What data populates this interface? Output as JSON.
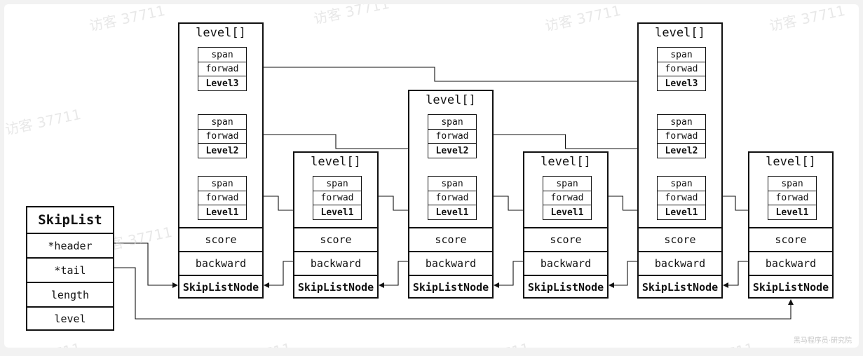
{
  "skiplist": {
    "title": "SkipList",
    "fields": [
      "*header",
      "*tail",
      "length",
      "level"
    ]
  },
  "level_array_label": "level[]",
  "span_label": "span",
  "forward_label": "forwad",
  "level_labels": {
    "1": "Level1",
    "2": "Level2",
    "3": "Level3"
  },
  "node_rows": {
    "score": "score",
    "backward": "backward",
    "name": "SkipListNode"
  },
  "nodes": [
    {
      "levels": 3
    },
    {
      "levels": 1
    },
    {
      "levels": 2
    },
    {
      "levels": 1
    },
    {
      "levels": 3
    },
    {
      "levels": 1
    }
  ],
  "watermark": "访客 37711",
  "credit": "黑马程序员·研究院"
}
